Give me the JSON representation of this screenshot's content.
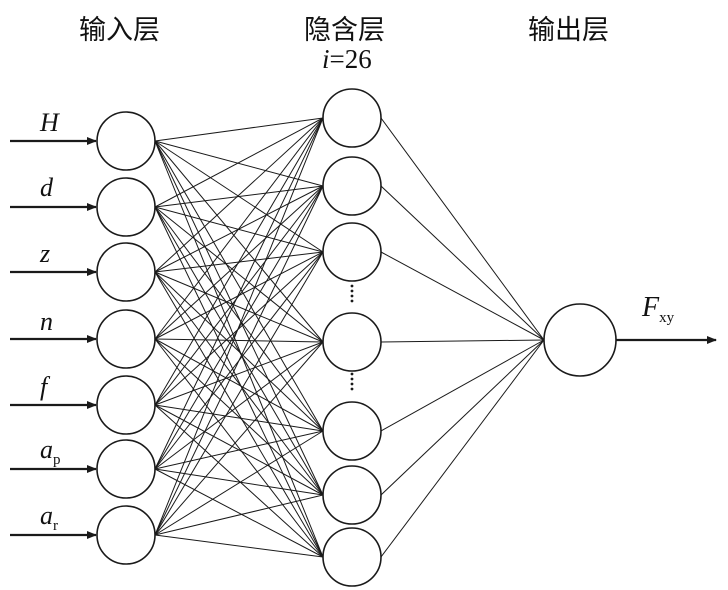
{
  "layers": {
    "input_title": "输入层",
    "hidden_title": "隐含层",
    "output_title": "输出层"
  },
  "hidden_neurons": {
    "var": "i",
    "eq": "=26"
  },
  "inputs": [
    {
      "base": "H",
      "sub": ""
    },
    {
      "base": "d",
      "sub": ""
    },
    {
      "base": "z",
      "sub": ""
    },
    {
      "base": "n",
      "sub": ""
    },
    {
      "base": "f",
      "sub": ""
    },
    {
      "base": "a",
      "sub": "p"
    },
    {
      "base": "a",
      "sub": "r"
    }
  ],
  "output": {
    "base": "F",
    "sub": "xy"
  },
  "colors": {
    "stroke": "#1a1a1a",
    "text": "#111111",
    "background": "#ffffff"
  }
}
